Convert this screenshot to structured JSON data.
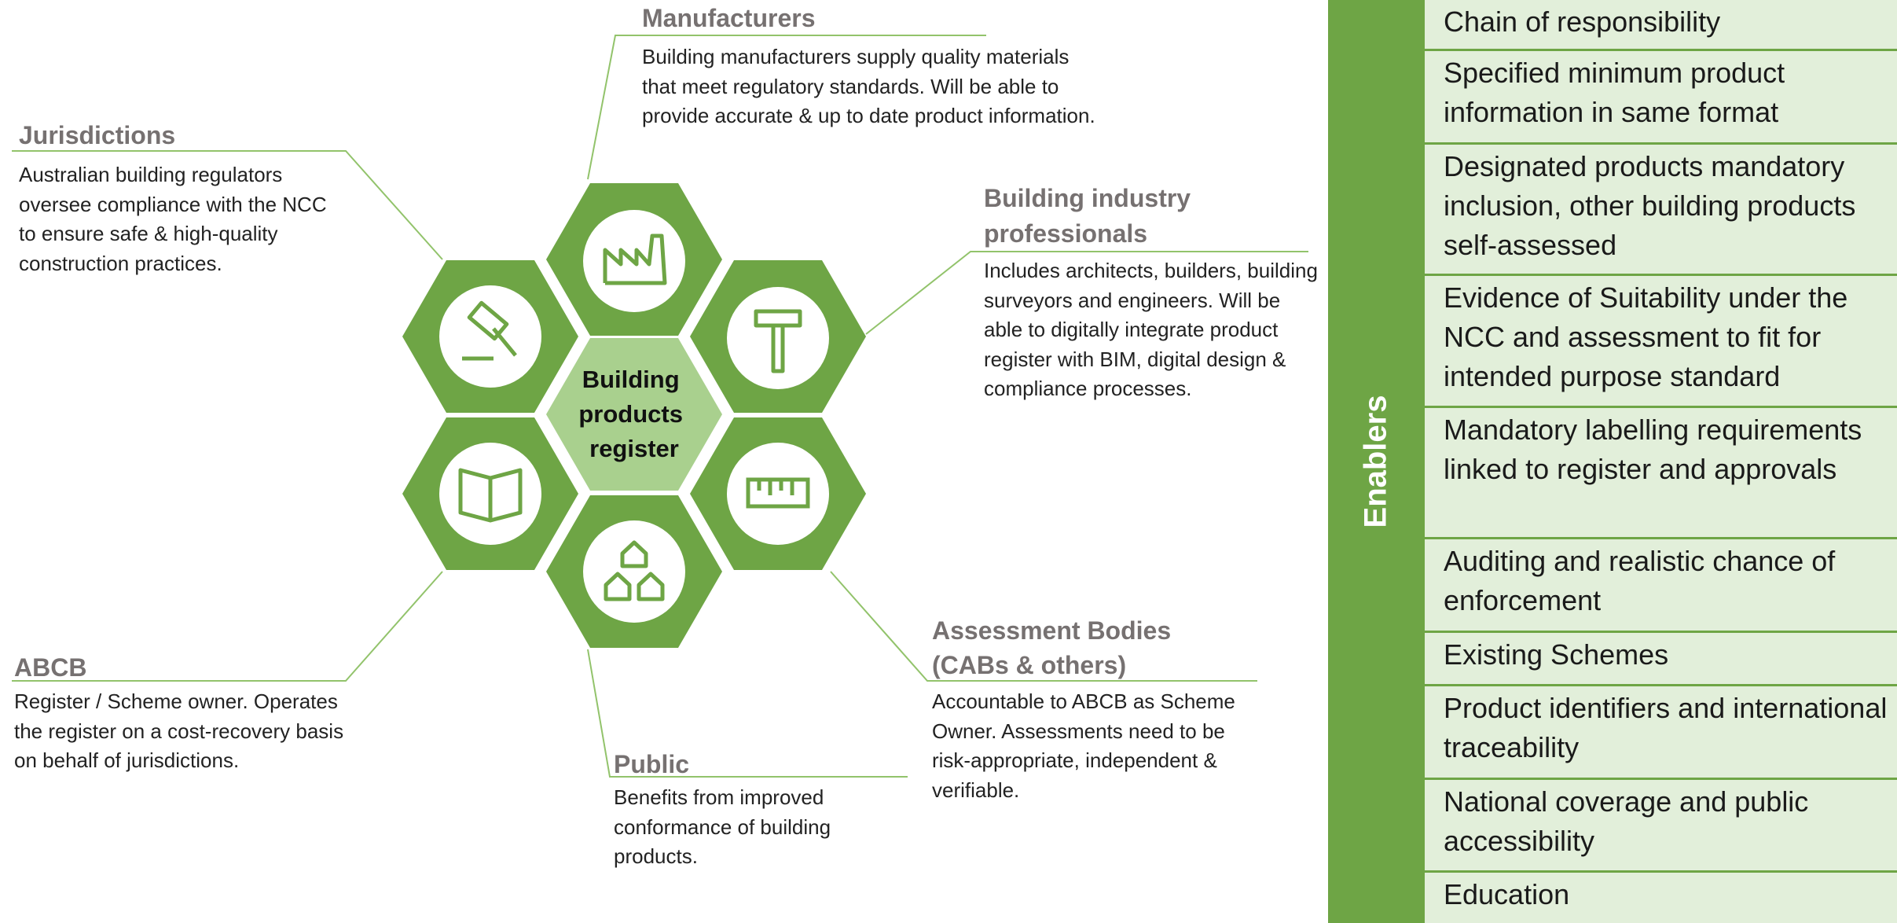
{
  "diagram": {
    "center_label": [
      "Building",
      "products",
      "register"
    ],
    "stakeholders": {
      "manufacturers": {
        "heading": [
          "Manufacturers"
        ],
        "description": "Building manufacturers supply quality materials that meet regulatory standards. Will be able to provide accurate & up to date product information."
      },
      "jurisdictions": {
        "heading": [
          "Jurisdictions"
        ],
        "description": "Australian building regulators oversee compliance with the NCC to ensure safe & high-quality construction practices."
      },
      "professionals": {
        "heading": [
          "Building industry",
          "professionals"
        ],
        "description": "Includes architects, builders, building surveyors and engineers. Will be able to digitally integrate product register with BIM, digital design & compliance processes."
      },
      "abcb": {
        "heading": [
          "ABCB"
        ],
        "description": "Register / Scheme owner. Operates the register on a cost-recovery basis on behalf of jurisdictions."
      },
      "assessment_bodies": {
        "heading": [
          "Assessment Bodies",
          "(CABs & others)"
        ],
        "description": "Accountable to ABCB as Scheme Owner. Assessments need to be risk-appropriate, independent & verifiable."
      },
      "public": {
        "heading": [
          "Public"
        ],
        "description": "Benefits from improved conformance of building products."
      }
    },
    "icons": [
      "factory-icon",
      "hammer-icon",
      "ruler-icon",
      "houses-icon",
      "book-icon",
      "gavel-icon"
    ],
    "colors": {
      "hex_green": "#6ea545",
      "center_green": "#a9d08e",
      "leader_line": "#92c36b",
      "heading_grey": "#767171"
    }
  },
  "enablers": {
    "title": "Enablers",
    "items": [
      "Chain of responsibility",
      "Specified minimum product information in same format",
      "Designated products mandatory inclusion, other building products self-assessed",
      "Evidence of Suitability under the NCC and assessment to fit for intended purpose standard",
      "Mandatory labelling requirements linked to register and approvals",
      "Auditing and realistic chance of enforcement",
      "Existing Schemes",
      "Product identifiers and international traceability",
      "National coverage and public accessibility",
      "Education"
    ],
    "colors": {
      "bar": "#6ea545",
      "cell": "#e2efda"
    }
  }
}
